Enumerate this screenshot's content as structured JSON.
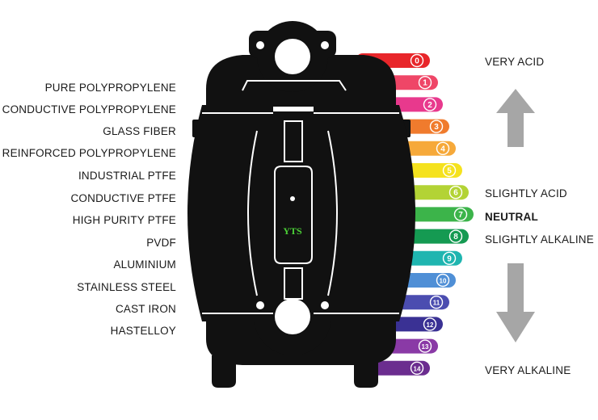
{
  "materials": [
    "PURE POLYPROPYLENE",
    "CONDUCTIVE POLYPROPYLENE",
    "GLASS FIBER",
    "REINFORCED POLYPROPYLENE",
    "INDUSTRIAL PTFE",
    "CONDUCTIVE PTFE",
    "HIGH PURITY PTFE",
    "PVDF",
    "ALUMINIUM",
    "STAINLESS STEEL",
    "CAST IRON",
    "HASTELLOY"
  ],
  "ph_scale": [
    {
      "value": "0",
      "color": "#e8262a"
    },
    {
      "value": "1",
      "color": "#ef4667"
    },
    {
      "value": "2",
      "color": "#e8398d"
    },
    {
      "value": "3",
      "color": "#f07b2d"
    },
    {
      "value": "4",
      "color": "#f6a93a"
    },
    {
      "value": "5",
      "color": "#f5e21e"
    },
    {
      "value": "6",
      "color": "#b3d335"
    },
    {
      "value": "7",
      "color": "#3cb44a"
    },
    {
      "value": "8",
      "color": "#159a52"
    },
    {
      "value": "9",
      "color": "#1fb5b0"
    },
    {
      "value": "10",
      "color": "#4f8fd6"
    },
    {
      "value": "11",
      "color": "#4b4db0"
    },
    {
      "value": "12",
      "color": "#3a3194"
    },
    {
      "value": "13",
      "color": "#8a3aa6"
    },
    {
      "value": "14",
      "color": "#6b2d8f"
    }
  ],
  "ph_labels": {
    "very_acid": "VERY ACID",
    "slightly_acid": "SLIGHTLY ACID",
    "neutral": "NEUTRAL",
    "slightly_alkaline": "SLIGHTLY ALKALINE",
    "very_alkaline": "VERY ALKALINE"
  },
  "pump_logo": "YTS",
  "colors": {
    "pump_body": "#111111",
    "logo_green": "#4cd137",
    "arrow_gray": "#a6a6a6"
  }
}
